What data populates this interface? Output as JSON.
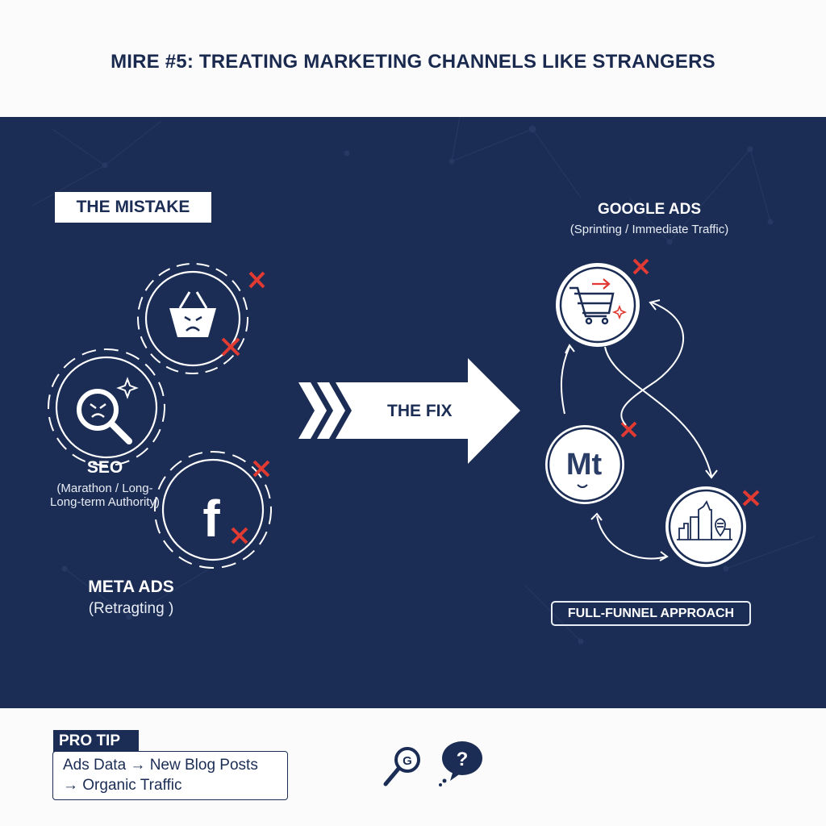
{
  "title": "MIRE #5: TREATING MARKETING CHANNELS LIKE STRANGERS",
  "colors": {
    "navy": "#1b2d54",
    "white": "#ffffff",
    "accent_red": "#e03a32",
    "page_bg": "#fbfbfb"
  },
  "mistake": {
    "label": "THE MISTAKE",
    "channels": [
      {
        "name": "SEO",
        "subtitle_line1": "(Marathon / Long-",
        "subtitle_line2": "Long-term Authority)",
        "icon": "angry-magnifier-icon"
      },
      {
        "name": "META ADS",
        "subtitle_line1": "(Retragting )",
        "icon": "facebook-icon"
      },
      {
        "name": "",
        "icon": "angry-shopping-basket-icon"
      }
    ]
  },
  "fix": {
    "arrow_label": "THE FIX",
    "google_ads": {
      "name": "GOOGLE ADS",
      "subtitle": "(Sprinting / Immediate Traffic)",
      "icon": "shopping-cart-icon"
    },
    "brand_node": {
      "text": "Mt",
      "icon": "brand-logo-smile-icon"
    },
    "local_node": {
      "icon": "city-location-icon"
    },
    "approach_label": "FULL-FUNNEL APPROACH"
  },
  "pro_tip": {
    "header": "PRO TIP",
    "line1": "Ads Data → New Blog Posts",
    "line2": "→ Organic Traffic"
  },
  "footer_icons": [
    {
      "name": "google-search-icon",
      "glyph": "G"
    },
    {
      "name": "question-bubble-icon",
      "glyph": "?"
    }
  ]
}
